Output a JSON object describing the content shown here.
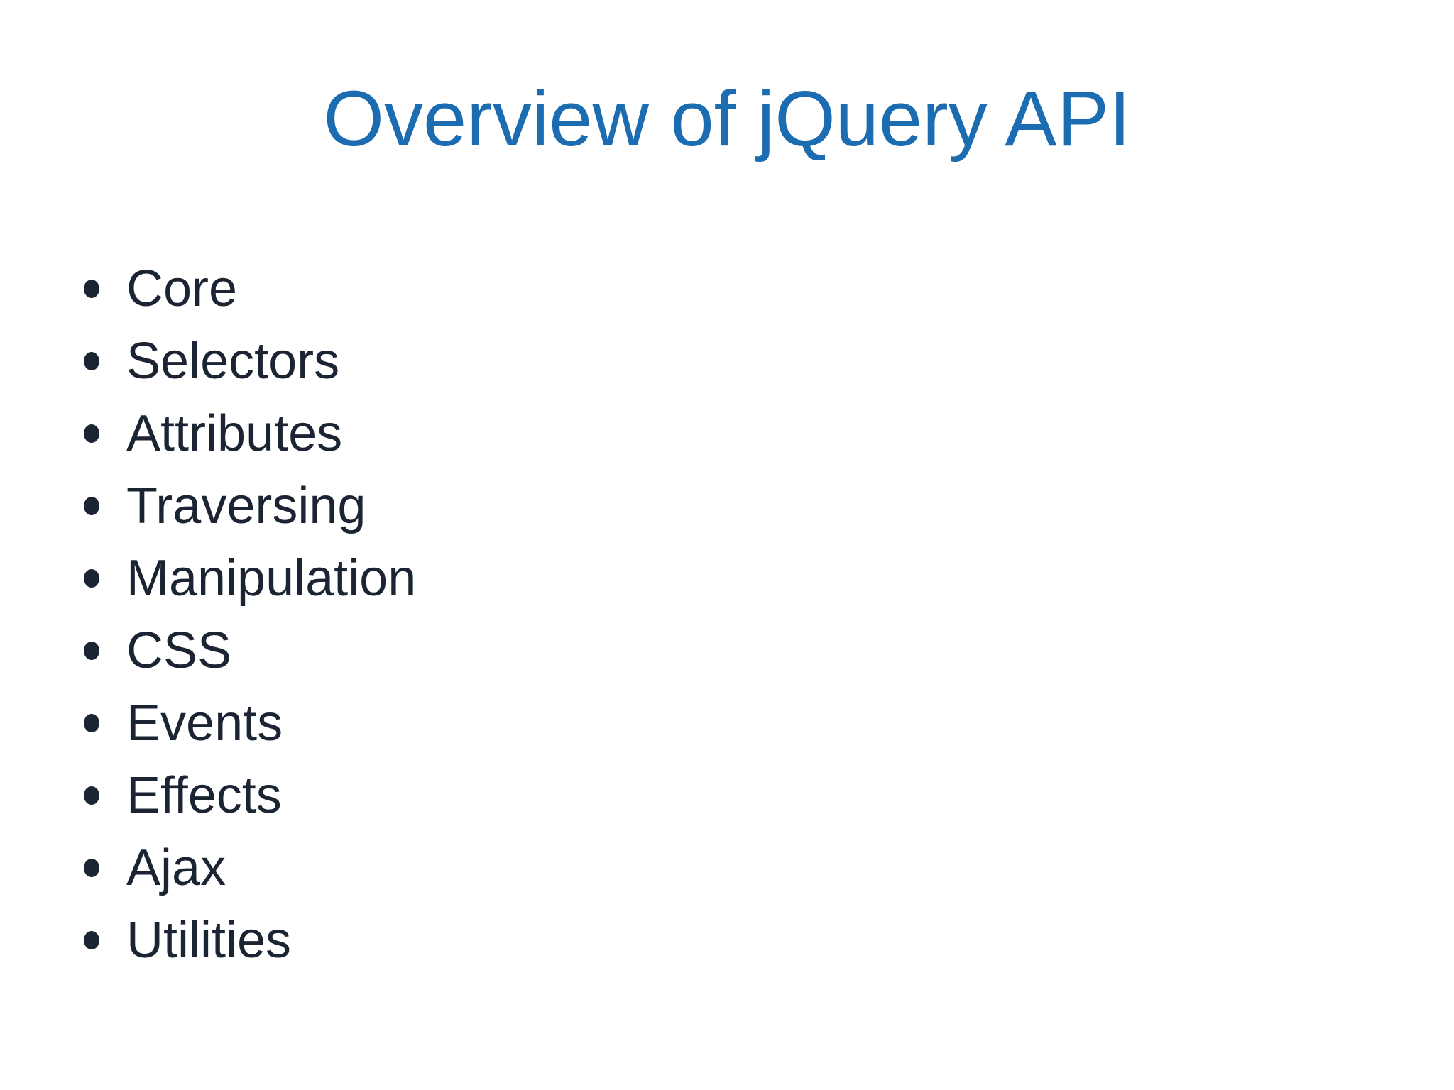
{
  "slide": {
    "title": "Overview of jQuery API",
    "title_color": "#1b6cb0",
    "text_color": "#1b2433",
    "background_color": "#ffffff",
    "bullets": [
      "Core",
      "Selectors",
      "Attributes",
      "Traversing",
      "Manipulation",
      "CSS",
      "Events",
      "Effects",
      "Ajax",
      "Utilities"
    ]
  }
}
